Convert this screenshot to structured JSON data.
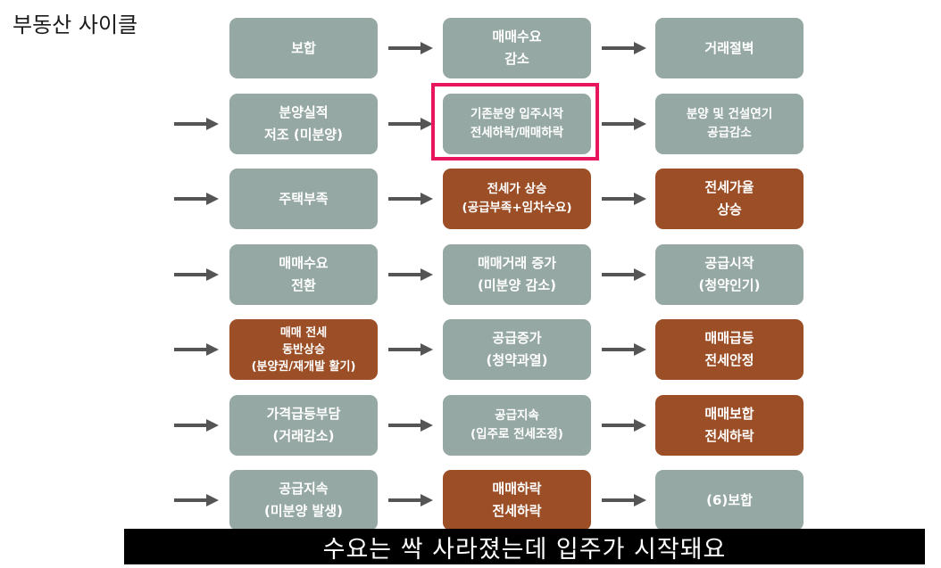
{
  "title": "부동산 사이클",
  "colors": {
    "gray_box": "#95a8a3",
    "brown_box": "#9c4f26",
    "arrow": "#555555",
    "highlight": "#e8175d",
    "subtitle_bg": "#000000"
  },
  "rows": [
    {
      "cells": [
        {
          "style": "gray",
          "lines": [
            "보합"
          ]
        },
        {
          "style": "gray",
          "lines": [
            "매매수요",
            "감소"
          ]
        },
        {
          "style": "gray",
          "lines": [
            "거래절벽"
          ]
        }
      ]
    },
    {
      "cells": [
        {
          "style": "gray",
          "lines": [
            "분양실적",
            "저조 (미분양)"
          ]
        },
        {
          "style": "gray",
          "lines": [
            "기존분양 입주시작",
            "전세하락/매매하락"
          ],
          "highlighted": true
        },
        {
          "style": "gray",
          "lines": [
            "분양 및 건설연기",
            "공급감소"
          ]
        }
      ]
    },
    {
      "cells": [
        {
          "style": "gray",
          "lines": [
            "주택부족"
          ]
        },
        {
          "style": "brown",
          "lines": [
            "전세가 상승",
            "(공급부족+임차수요)"
          ]
        },
        {
          "style": "brown",
          "lines": [
            "전세가율",
            "상승"
          ]
        }
      ]
    },
    {
      "cells": [
        {
          "style": "gray",
          "lines": [
            "매매수요",
            "전환"
          ]
        },
        {
          "style": "gray",
          "lines": [
            "매매거래 증가",
            "(미분양 감소)"
          ]
        },
        {
          "style": "gray",
          "lines": [
            "공급시작",
            "(청약인기)"
          ]
        }
      ]
    },
    {
      "cells": [
        {
          "style": "brown",
          "lines": [
            "매매 전세",
            "동반상승",
            "(분양권/재개발 활기)"
          ]
        },
        {
          "style": "gray",
          "lines": [
            "공급증가",
            "(청약과열)"
          ]
        },
        {
          "style": "brown",
          "lines": [
            "매매급등",
            "전세안정"
          ]
        }
      ]
    },
    {
      "cells": [
        {
          "style": "gray",
          "lines": [
            "가격급등부담",
            "(거래감소)"
          ]
        },
        {
          "style": "gray",
          "lines": [
            "공급지속",
            "(입주로 전세조정)"
          ]
        },
        {
          "style": "brown",
          "lines": [
            "매매보합",
            "전세하락"
          ]
        }
      ]
    },
    {
      "cells": [
        {
          "style": "gray",
          "lines": [
            "공급지속",
            "(미분양 발생)"
          ]
        },
        {
          "style": "brown",
          "lines": [
            "매매하락",
            "전세하락"
          ]
        },
        {
          "style": "gray",
          "lines": [
            "(6)보합"
          ]
        }
      ]
    }
  ],
  "subtitle": "수요는 싹 사라졌는데 입주가 시작돼요"
}
